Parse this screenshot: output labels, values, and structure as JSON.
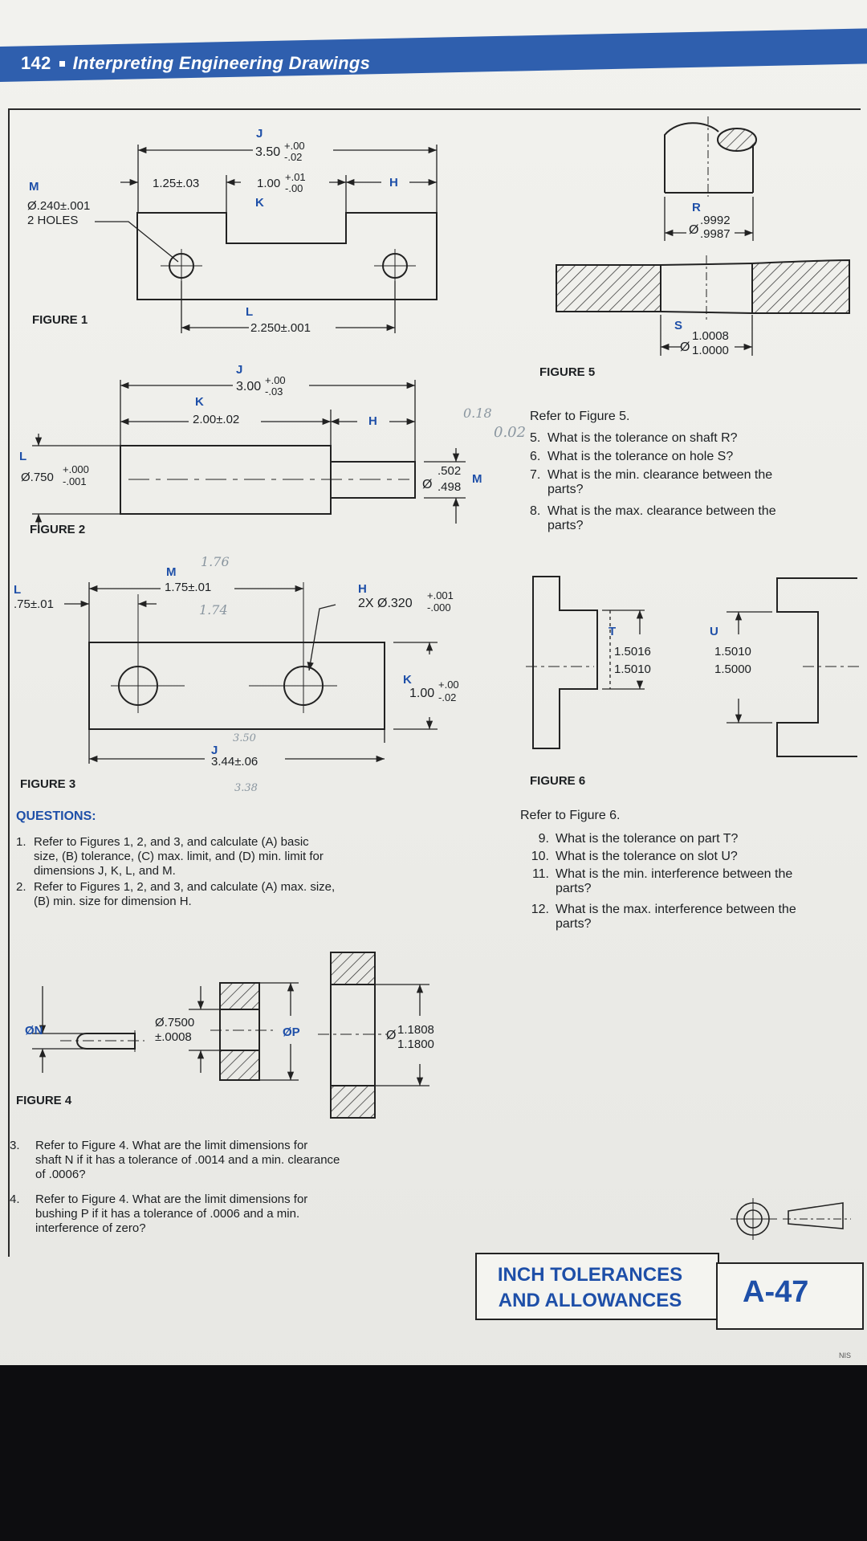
{
  "header": {
    "page_number": "142",
    "title": "Interpreting Engineering Drawings"
  },
  "figure1": {
    "label": "FIGURE 1",
    "dim_J_letter": "J",
    "dim_J_value": "3.50",
    "dim_J_tol_upper": "+.00",
    "dim_J_tol_lower": "-.02",
    "dim_a_value": "1.25±.03",
    "dim_K_letter": "K",
    "dim_K_value": "1.00",
    "dim_K_tol_upper": "+.01",
    "dim_K_tol_lower": "-.00",
    "dim_H_letter": "H",
    "dim_M_letter": "M",
    "dim_M_value": "Ø.240±.001",
    "dim_M_note": "2 HOLES",
    "dim_L_letter": "L",
    "dim_L_value": "2.250±.001"
  },
  "figure2": {
    "label": "FIGURE 2",
    "dim_J_letter": "J",
    "dim_J_value": "3.00",
    "dim_J_tol_upper": "+.00",
    "dim_J_tol_lower": "-.03",
    "dim_K_letter": "K",
    "dim_K_value": "2.00±.02",
    "dim_H_letter": "H",
    "dim_L_letter": "L",
    "dim_L_value": "Ø.750",
    "dim_L_tol_upper": "+.000",
    "dim_L_tol_lower": "-.001",
    "dim_M_letter": "M",
    "dim_M_sym": "Ø",
    "dim_M_upper": ".502",
    "dim_M_lower": ".498"
  },
  "figure3": {
    "label": "FIGURE 3",
    "dim_L_letter": "L",
    "dim_L_value": ".75±.01",
    "dim_M_letter": "M",
    "dim_M_value": "1.75±.01",
    "dim_H_letter": "H",
    "dim_H_value": "2X Ø.320",
    "dim_H_tol_upper": "+.001",
    "dim_H_tol_lower": "-.000",
    "dim_K_letter": "K",
    "dim_K_value": "1.00",
    "dim_K_tol_upper": "+.00",
    "dim_K_tol_lower": "-.02",
    "dim_J_letter": "J",
    "dim_J_value": "3.44±.06"
  },
  "figure4": {
    "label": "FIGURE 4",
    "dim_N": "ØN",
    "dim_shaft_value": "Ø.7500",
    "dim_shaft_tol": "±.0008",
    "dim_P": "ØP",
    "dim_hole_sym": "Ø",
    "dim_hole_upper": "1.1808",
    "dim_hole_lower": "1.1800"
  },
  "figure5": {
    "label": "FIGURE 5",
    "dim_R_letter": "R",
    "dim_R_sym": "Ø",
    "dim_R_upper": ".9992",
    "dim_R_lower": ".9987",
    "dim_S_letter": "S",
    "dim_S_sym": "Ø",
    "dim_S_upper": "1.0008",
    "dim_S_lower": "1.0000"
  },
  "figure6": {
    "label": "FIGURE 6",
    "dim_T_letter": "T",
    "dim_T_upper": "1.5016",
    "dim_T_lower": "1.5010",
    "dim_U_letter": "U",
    "dim_U_upper": "1.5010",
    "dim_U_lower": "1.5000"
  },
  "handwritten": {
    "a": "0.18",
    "b": "0.02",
    "c": "1.76",
    "d": "1.74",
    "e": "3.50",
    "f": "3.38"
  },
  "questions_heading": "QUESTIONS:",
  "questions": [
    {
      "num": "1.",
      "lines": [
        "Refer to Figures 1, 2, and 3, and calculate (A) basic",
        "size, (B) tolerance, (C) max. limit, and (D) min. limit for",
        "dimensions J, K, L, and M."
      ]
    },
    {
      "num": "2.",
      "lines": [
        "Refer to Figures 1, 2, and 3, and calculate (A) max. size,",
        "(B) min. size for dimension H."
      ]
    },
    {
      "num": "3.",
      "lines": [
        "Refer to Figure 4. What are the limit dimensions for",
        "shaft N if it has a tolerance of .0014 and a min. clearance",
        "of .0006?"
      ]
    },
    {
      "num": "4.",
      "lines": [
        "Refer to Figure 4. What are the limit dimensions for",
        "bushing P if it has a tolerance of .0006 and a min.",
        "interference of zero?"
      ]
    }
  ],
  "fig5_questions": {
    "intro": "Refer to Figure 5.",
    "items": [
      {
        "num": "5.",
        "lines": [
          "What is the tolerance on shaft R?"
        ]
      },
      {
        "num": "6.",
        "lines": [
          "What is the tolerance on hole S?"
        ]
      },
      {
        "num": "7.",
        "lines": [
          "What is the min. clearance between the",
          "parts?"
        ]
      },
      {
        "num": "8.",
        "lines": [
          "What is the max. clearance between the",
          "parts?"
        ]
      }
    ]
  },
  "fig6_questions": {
    "intro": "Refer to Figure 6.",
    "items": [
      {
        "num": "9.",
        "lines": [
          "What is the tolerance on part T?"
        ]
      },
      {
        "num": "10.",
        "lines": [
          "What is the tolerance on slot U?"
        ]
      },
      {
        "num": "11.",
        "lines": [
          "What is the min. interference between the",
          "parts?"
        ]
      },
      {
        "num": "12.",
        "lines": [
          "What is the max. interference between the",
          "parts?"
        ]
      }
    ]
  },
  "footer": {
    "title_line1": "INCH TOLERANCES",
    "title_line2": "AND ALLOWANCES",
    "page_code": "A-47",
    "corner_mark": "NIS"
  }
}
